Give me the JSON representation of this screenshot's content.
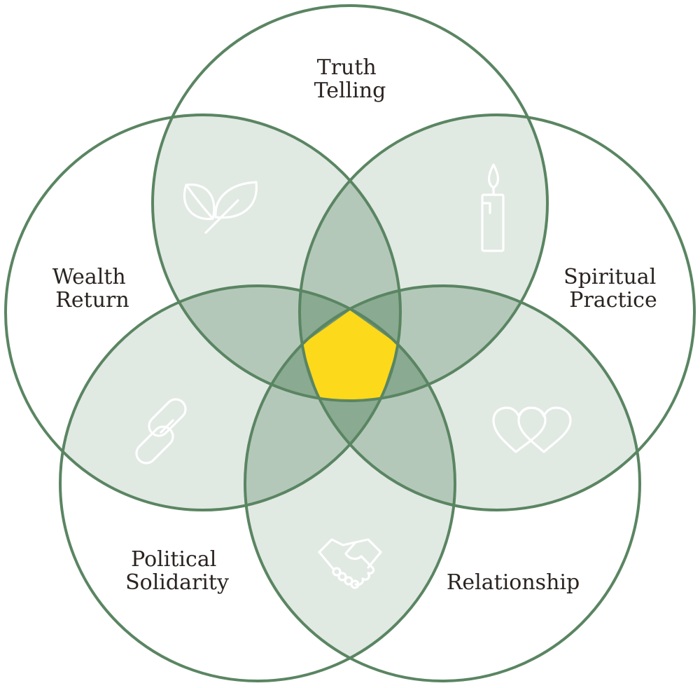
{
  "diagram": {
    "type": "five-circle venn",
    "colors": {
      "outline": "#5a8562",
      "fill": "#5a8562",
      "center": "#fcd91a",
      "icon": "#ffffff",
      "text": "#2a2320"
    },
    "circles": [
      {
        "id": "truth",
        "label_lines": [
          "Truth",
          "Telling"
        ]
      },
      {
        "id": "spiritual",
        "label_lines": [
          "Spiritual",
          "Practice"
        ]
      },
      {
        "id": "relationship",
        "label_lines": [
          "Relationship"
        ]
      },
      {
        "id": "political",
        "label_lines": [
          "Political",
          "Solidarity"
        ]
      },
      {
        "id": "wealth",
        "label_lines": [
          "Wealth",
          "Return"
        ]
      }
    ],
    "icons": [
      "leaf-icon",
      "candle-icon",
      "hearts-icon",
      "handshake-icon",
      "chain-link-icon"
    ]
  }
}
